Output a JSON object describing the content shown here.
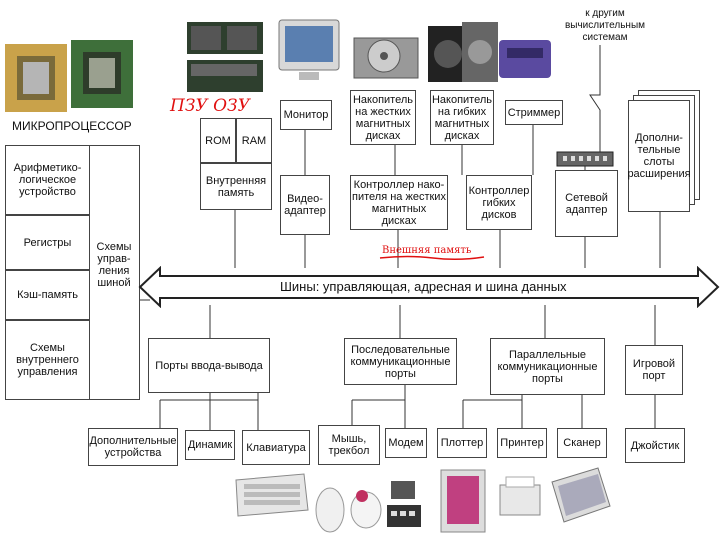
{
  "cpu": {
    "title": "МИКРОПРОЦЕССОР",
    "alu": "Арифметико-\nлогическое\nустройство",
    "registers": "Регистры",
    "cache": "Кэш-память",
    "control_circuits": "Схемы\nуправ-\nления\nшиной",
    "internal_control": "Схемы\nвнутреннего\nуправления"
  },
  "memory": {
    "handwritten": "ПЗУ ОЗУ",
    "rom": "ROM",
    "ram": "RAM",
    "internal_memory": "Внутренняя\nпамять"
  },
  "top_devices": {
    "monitor": "Монитор",
    "hdd": "Накопитель\nна жестких\nмагнитных\nдисках",
    "fdd": "Накопитель\nна гибких\nмагнитных\nдисках",
    "streamer": "Стриммер",
    "other_systems": "к другим\nвычислительным\nсистемам",
    "expansion": "Дополни-\nтельные\nслоты\nрасширения"
  },
  "controllers": {
    "video": "Видео-\nадаптер",
    "hdd_ctrl": "Контроллер нако-\nпителя на жестких\nмагнитных\nдисках",
    "fdd_ctrl": "Контроллер\nгибких\nдисков",
    "network": "Сетевой\nадаптер"
  },
  "external_memory": "Внешняя память",
  "bus": "Шины: управляющая, адресная и шина данных",
  "ports": {
    "io": "Порты ввода-вывода",
    "serial": "Последовательные\nкоммуникационные\nпорты",
    "parallel": "Параллельные\nкоммуникационные\nпорты",
    "game": "Игровой\nпорт"
  },
  "peripherals": {
    "extra": "Дополнительные\nустройства",
    "speaker": "Динамик",
    "keyboard": "Клавиатура",
    "mouse": "Мышь,\nтрекбол",
    "modem": "Модем",
    "plotter": "Плоттер",
    "printer": "Принтер",
    "scanner": "Сканер",
    "joystick": "Джойстик"
  }
}
